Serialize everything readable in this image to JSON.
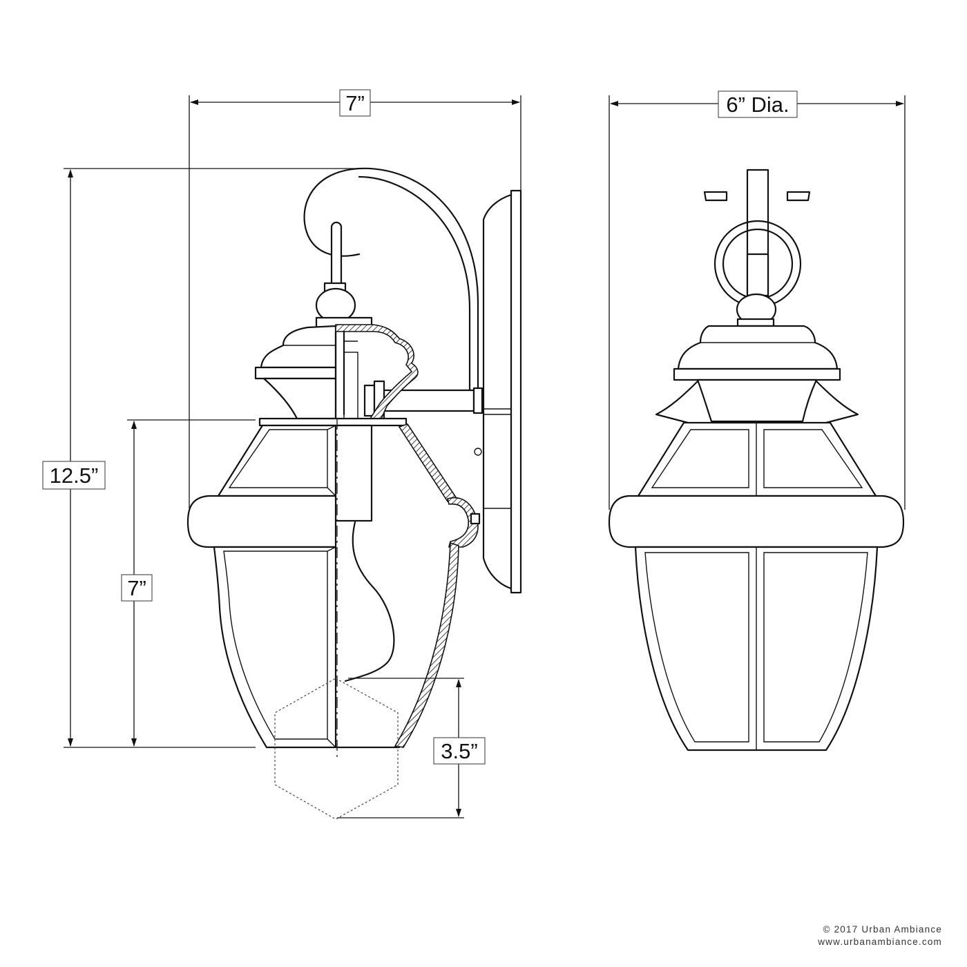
{
  "dimensions": {
    "top_width": "7”",
    "diameter": "6” Dia.",
    "overall_height": "12.5”",
    "body_height": "7”",
    "extension": "3.5”"
  },
  "footer": {
    "copyright": "© 2017 Urban Ambiance",
    "website": "www.urbanambiance.com"
  }
}
